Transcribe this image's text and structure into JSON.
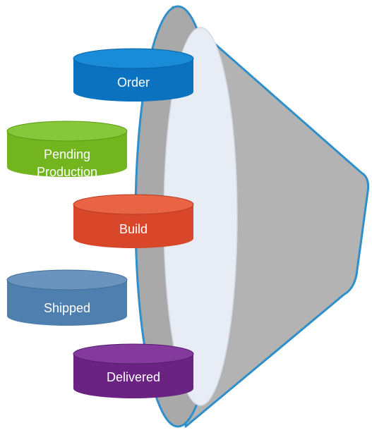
{
  "stages": [
    {
      "label_lines": [
        "Order"
      ],
      "color": "#0B72BF",
      "top_color": "#1A8BD6"
    },
    {
      "label_lines": [
        "Pending",
        "Production"
      ],
      "color": "#72B51E",
      "top_color": "#86C83A"
    },
    {
      "label_lines": [
        "Build"
      ],
      "color": "#D9472B",
      "top_color": "#E86445"
    },
    {
      "label_lines": [
        "Shipped"
      ],
      "color": "#4F7FAE",
      "top_color": "#6A94BD"
    },
    {
      "label_lines": [
        "Delivered"
      ],
      "color": "#6A2383",
      "top_color": "#843A9D"
    }
  ],
  "funnel": {
    "body_color": "#B3B3B3",
    "rim_color": "#2F8FCB",
    "mouth_color": "#E8ECF4"
  }
}
